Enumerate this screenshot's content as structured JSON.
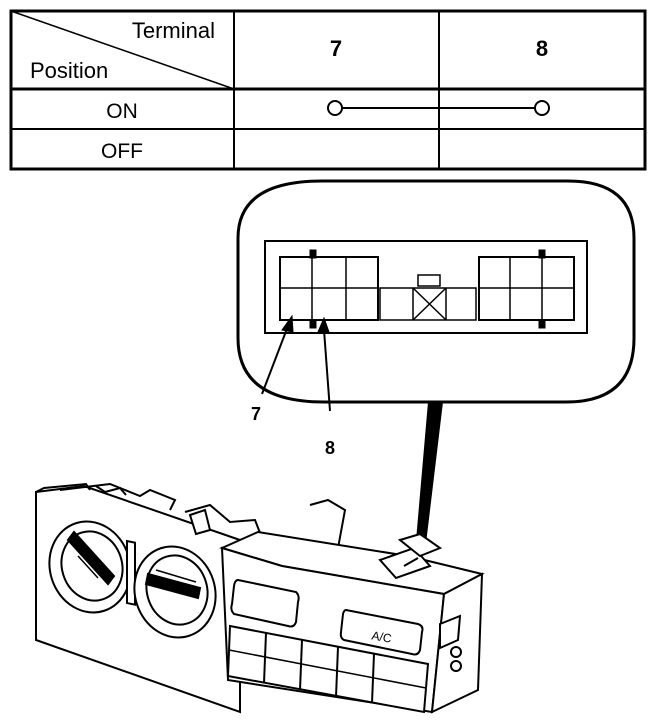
{
  "table": {
    "corner_top": "Terminal",
    "corner_bottom": "Position",
    "columns": [
      "7",
      "8"
    ],
    "rows": [
      {
        "label": "ON",
        "continuity": true
      },
      {
        "label": "OFF",
        "continuity": false
      }
    ]
  },
  "connector": {
    "terminal_callouts": [
      "7",
      "8"
    ]
  },
  "panel": {
    "button_label": "A/C"
  }
}
